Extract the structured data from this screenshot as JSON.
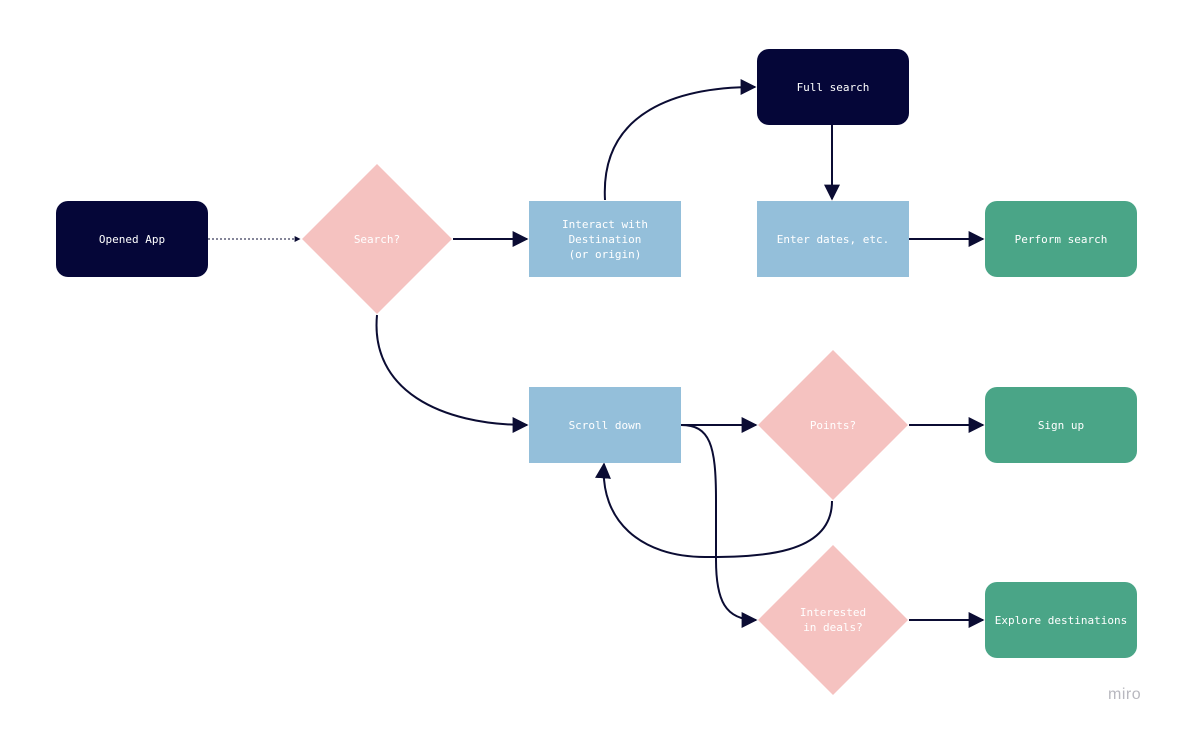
{
  "brand": "miro",
  "colors": {
    "start_end_dark": "#050638",
    "outcome_green": "#4aa587",
    "step_blue": "#94bfda",
    "decision_pink": "#f5c2c0",
    "connector": "#0b0c33"
  },
  "nodes": {
    "opened_app": "Opened App",
    "search_decision": "Search?",
    "interact_destination": "Interact with\nDestination\n(or origin)",
    "full_search": "Full search",
    "enter_dates": "Enter dates, etc.",
    "perform_search": "Perform search",
    "scroll_down": "Scroll down",
    "points_decision": "Points?",
    "sign_up": "Sign up",
    "deals_decision": "Interested\nin deals?",
    "explore_destinations": "Explore destinations"
  }
}
